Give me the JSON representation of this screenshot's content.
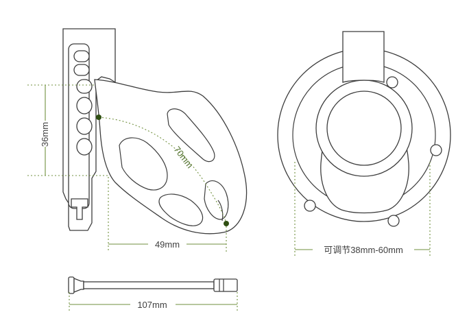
{
  "dimensions": {
    "height": "36mm",
    "arc_length": "70mm",
    "depth": "49mm",
    "ring_adjust": "可调节38mm-60mm",
    "rod_length": "107mm"
  },
  "colors": {
    "line": "#3c3c3c",
    "dimension": "#6f8f3c",
    "marker": "#2f4f12"
  }
}
